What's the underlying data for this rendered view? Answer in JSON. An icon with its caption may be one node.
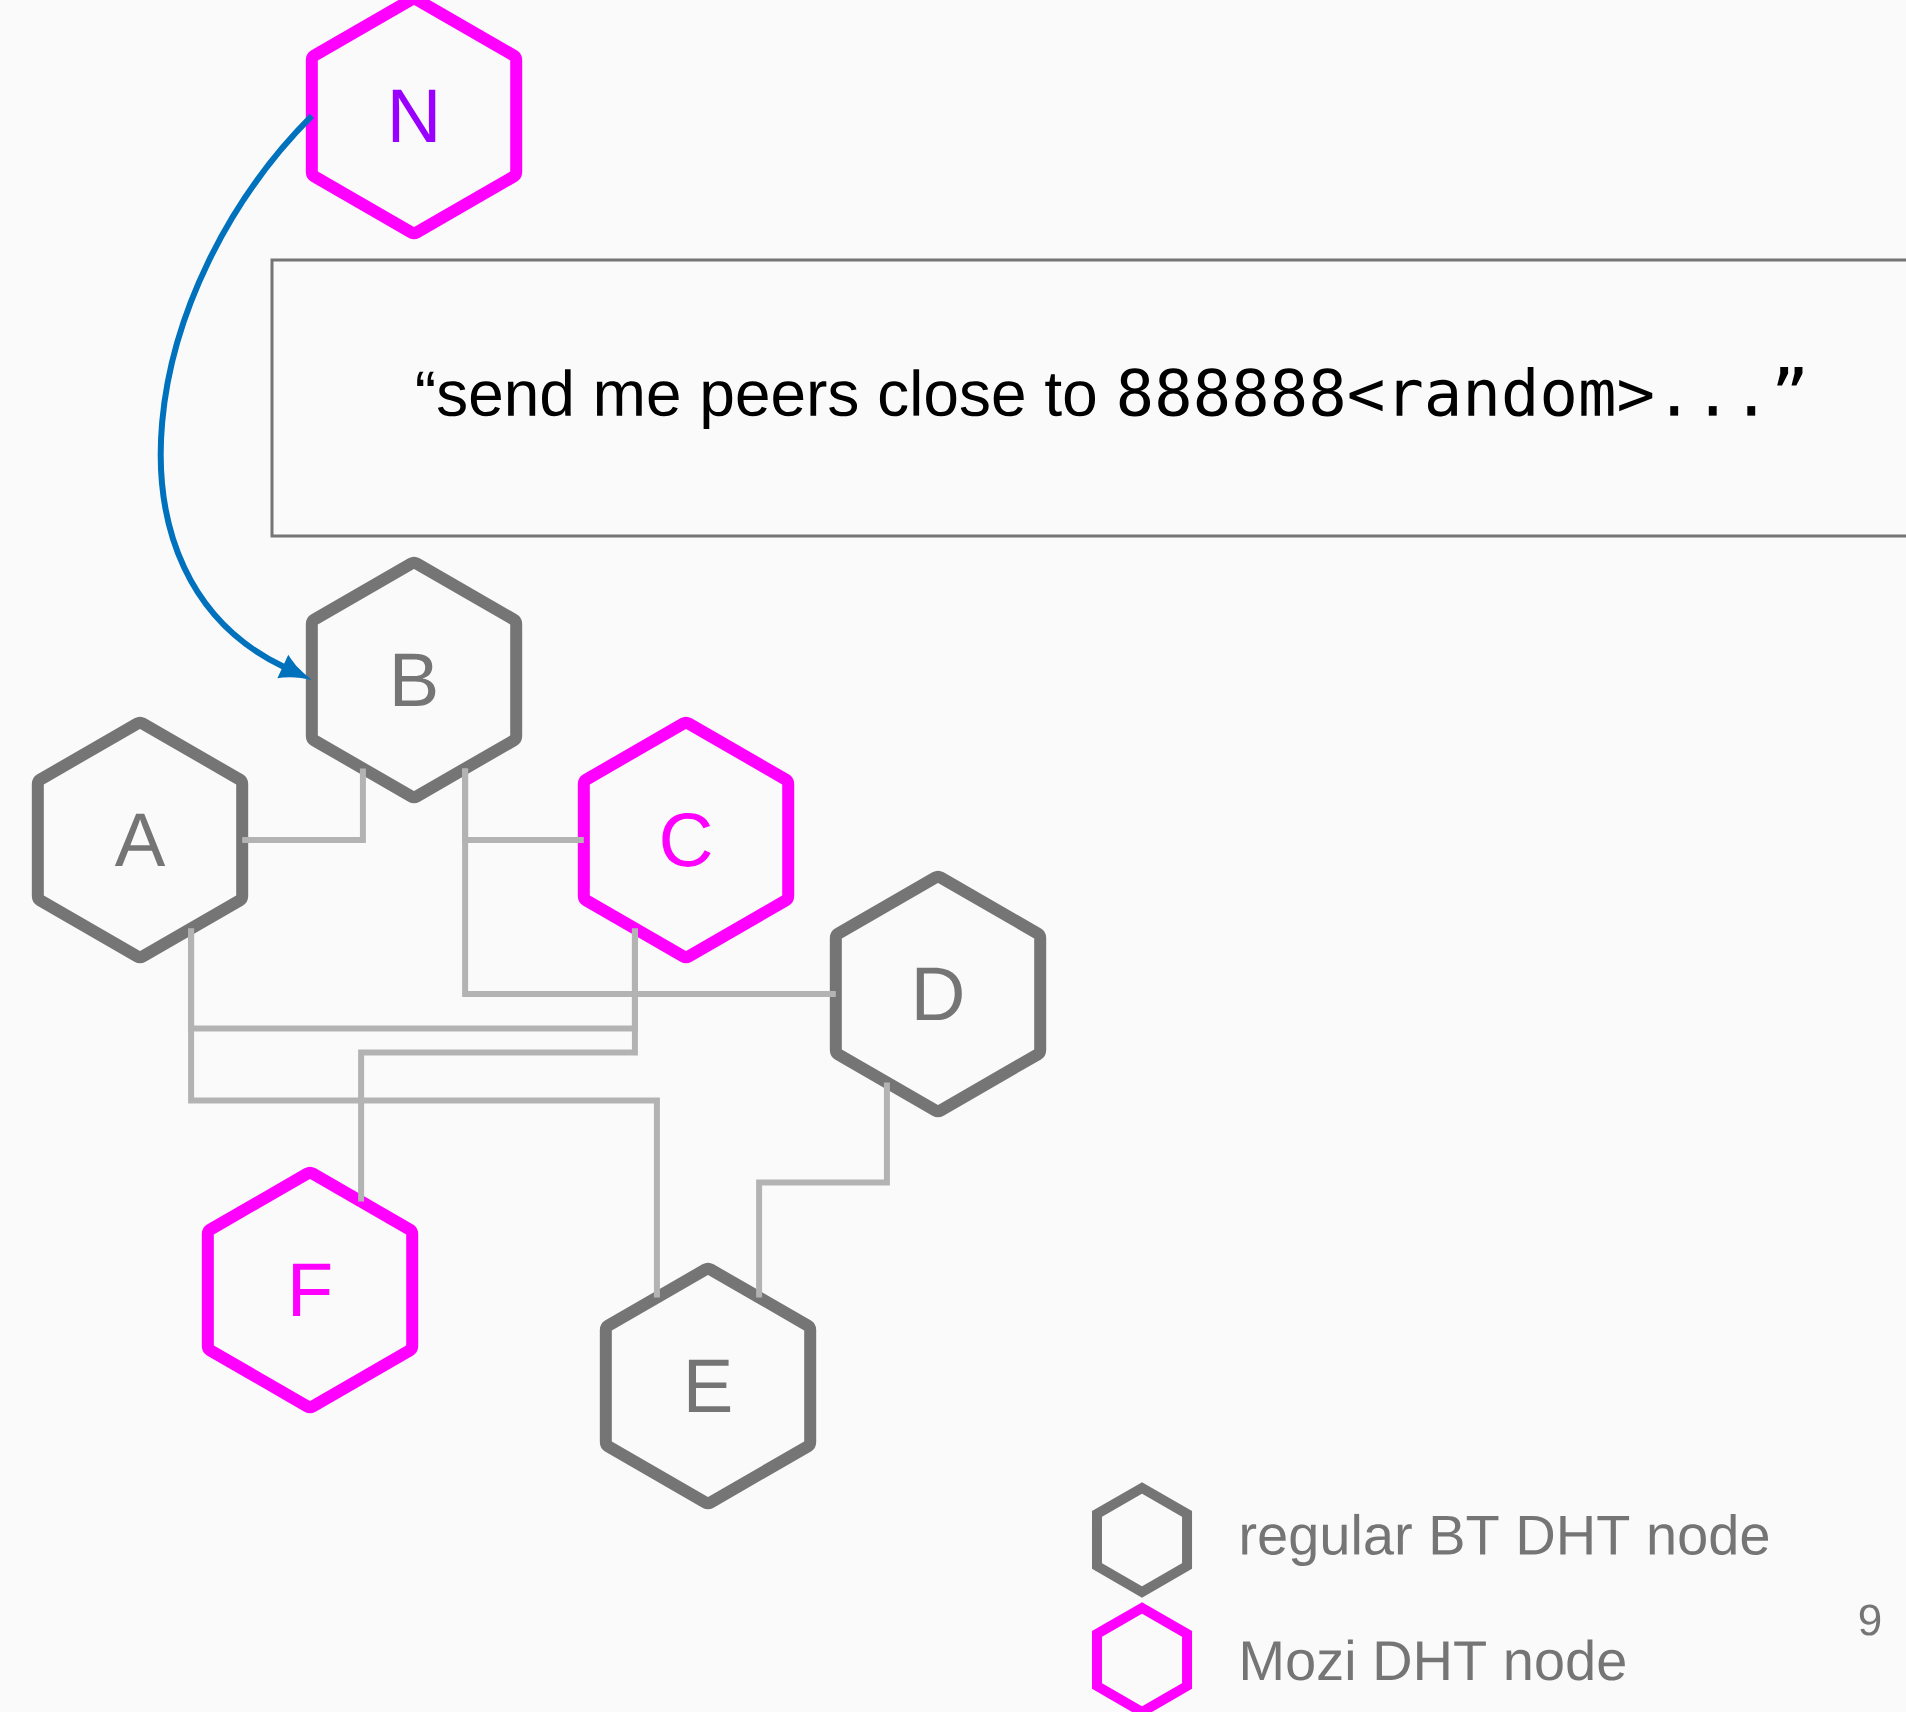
{
  "diagram": {
    "nodes": [
      {
        "text": [
          "N"
        ]
      },
      {
        "text": [
          "“send me peers close to",
          "888888<random>...”"
        ]
      },
      {
        "text": [
          "B"
        ]
      },
      {
        "text": [
          "A"
        ]
      },
      {
        "text": [
          "C"
        ]
      },
      {
        "text": [
          "D"
        ]
      },
      {
        "text": [
          "F"
        ]
      },
      {
        "text": [
          "E"
        ]
      }
    ],
    "edges": [
      {
        "from": 0,
        "to": 2,
        "arrow": "to",
        "color": "#0071bc"
      },
      {
        "from": 3,
        "to": 2,
        "arrow": "none"
      },
      {
        "from": 2,
        "to": 4,
        "arrow": "none"
      },
      {
        "from": 2,
        "to": 5,
        "arrow": "none"
      },
      {
        "from": 3,
        "to": 4,
        "arrow": "none"
      },
      {
        "from": 4,
        "to": 6,
        "arrow": "none"
      },
      {
        "from": 3,
        "to": 7,
        "arrow": "none"
      },
      {
        "from": 5,
        "to": 7,
        "arrow": "none"
      }
    ],
    "labels": [
      "9"
    ],
    "legend": [
      {
        "text": "regular BT DHT node"
      },
      {
        "text": "Mozi DHT node"
      }
    ]
  }
}
